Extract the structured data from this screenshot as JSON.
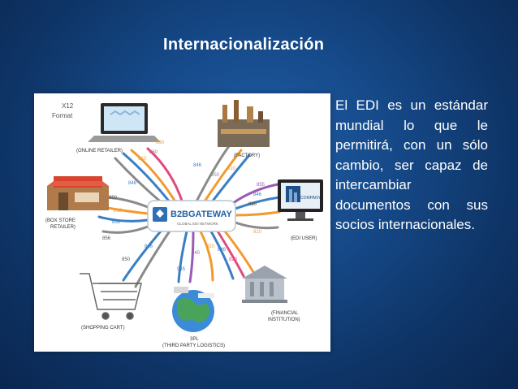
{
  "title": "Internacionalización",
  "bullet": "El EDI es un estándar mundial lo que le permitirá, con un sólo cambio, ser capaz de intercambiar documentos con sus socios internacionales.",
  "diagram": {
    "format_label_1": "X12",
    "format_label_2": "Format",
    "hub_brand": "B2BGATEWAY",
    "hub_sub": "GLOBAL EDI NETWORK",
    "nodes": {
      "online_retailer": "(ONLINE RETAILER)",
      "factory": "(FACTORY)",
      "box_store_1": "(BOX STORE",
      "box_store_2": "RETAILER)",
      "edi_user": "(EDI USER)",
      "company": "COMPANY",
      "shopping_cart": "(SHOPPING CART)",
      "financial_1": "(FINANCIAL",
      "financial_2": "INSTITUTION)",
      "tpl_1": "3PL",
      "tpl_2": "(THIRD PARTY LOGISTICS)"
    },
    "codes": {
      "c860": "860",
      "c850a": "850",
      "c810a": "810",
      "c846a": "846",
      "c846b": "846",
      "c850b": "850",
      "c810b": "810",
      "c850c": "850",
      "c810c": "810",
      "c852": "852",
      "c856a": "856",
      "c855": "855",
      "c846c": "846",
      "c850d": "850",
      "c810d": "810",
      "c846d": "846",
      "c850e": "850",
      "c945": "945",
      "c940": "940",
      "c810e": "810",
      "c820": "820",
      "c846e": "846"
    },
    "colors": {
      "orange": "#f29a2e",
      "blue": "#3a7fc4",
      "gray": "#8a8a8a",
      "purple": "#9a5bb5",
      "pink": "#e24a7c"
    }
  }
}
